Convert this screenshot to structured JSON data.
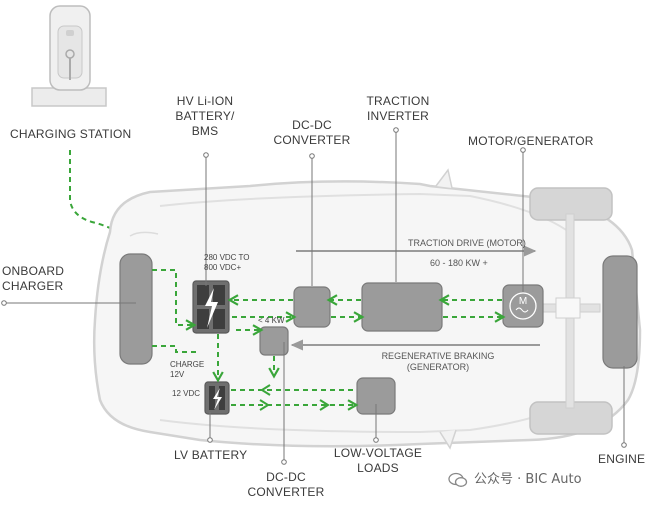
{
  "labels": {
    "charging_station": "CHARGING STATION",
    "hv_battery_1": "HV Li-ION",
    "hv_battery_2": "BATTERY/",
    "hv_battery_3": "BMS",
    "dcdc_top_1": "DC-DC",
    "dcdc_top_2": "CONVERTER",
    "traction_1": "TRACTION",
    "traction_2": "INVERTER",
    "motor": "MOTOR/GENERATOR",
    "onboard_1": "ONBOARD",
    "onboard_2": "CHARGER",
    "lv_battery": "LV BATTERY",
    "dcdc_bottom_1": "DC-DC",
    "dcdc_bottom_2": "CONVERTER",
    "low_voltage_1": "LOW-VOLTAGE",
    "low_voltage_2": "LOADS",
    "engine": "ENGINE"
  },
  "annotations": {
    "hv_voltage_1": "280 VDC TO",
    "hv_voltage_2": "800 VDC+",
    "power_limit": "< 4 KW",
    "charge_1": "CHARGE",
    "charge_2": "12V",
    "lv_voltage": "12 VDC",
    "traction_drive": "TRACTION DRIVE (MOTOR)",
    "traction_power": "60 - 180 KW +",
    "regen_1": "REGENERATIVE BRAKING",
    "regen_2": "(GENERATOR)",
    "motor_symbol": "M"
  },
  "watermark": "公众号 · BIC Auto",
  "colors": {
    "flow_green": "#3aa63a",
    "component_gray": "#9b9b9b",
    "outline_gray": "#8a8a8a",
    "car_body": "#f4f4f4"
  }
}
